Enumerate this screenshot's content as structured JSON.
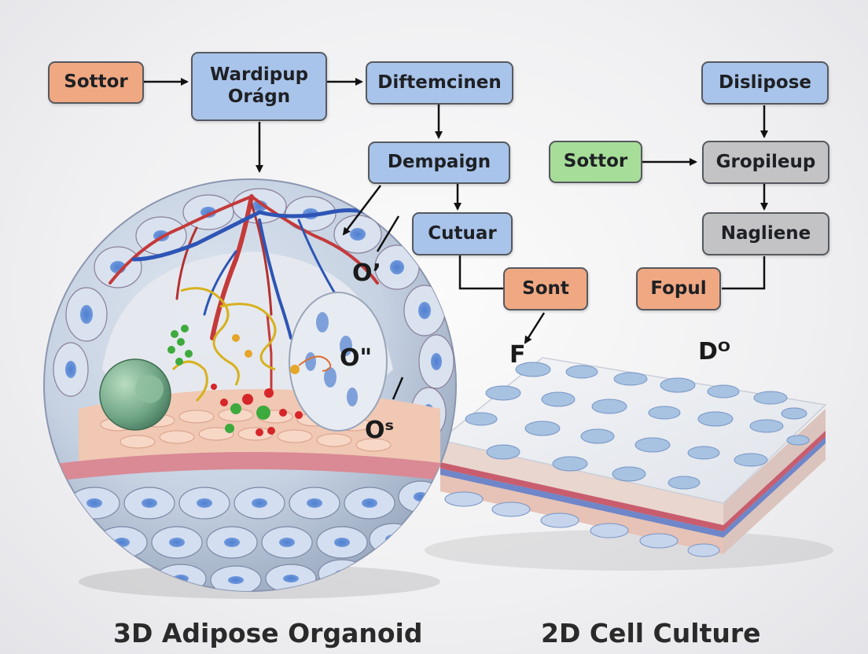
{
  "flow_left": {
    "sottor": "Sottor",
    "wardipup_line1": "Wardipup",
    "wardipup_line2": "Orágn",
    "diftemcinen": "Diftemcinen",
    "dempaign": "Dempaign",
    "cutuar": "Cutuar",
    "sont": "Sont"
  },
  "flow_right": {
    "dislipose": "Dislipose",
    "sottor": "Sottor",
    "gropileup": "Gropileup",
    "nagliene": "Nagliene",
    "fopul": "Fopul"
  },
  "labels": {
    "o_prime": "O’",
    "o_double": "O\"",
    "o_s": "Oˢ",
    "f": "F",
    "d_o": "Dᴼ"
  },
  "captions": {
    "left": "3D Adipose Organoid",
    "right": "2D Cell Culture"
  },
  "colors": {
    "process_blue": "#a9c4ea",
    "input_orange": "#efa882",
    "input_green": "#a6dd98",
    "process_gray": "#c3c3c5"
  }
}
